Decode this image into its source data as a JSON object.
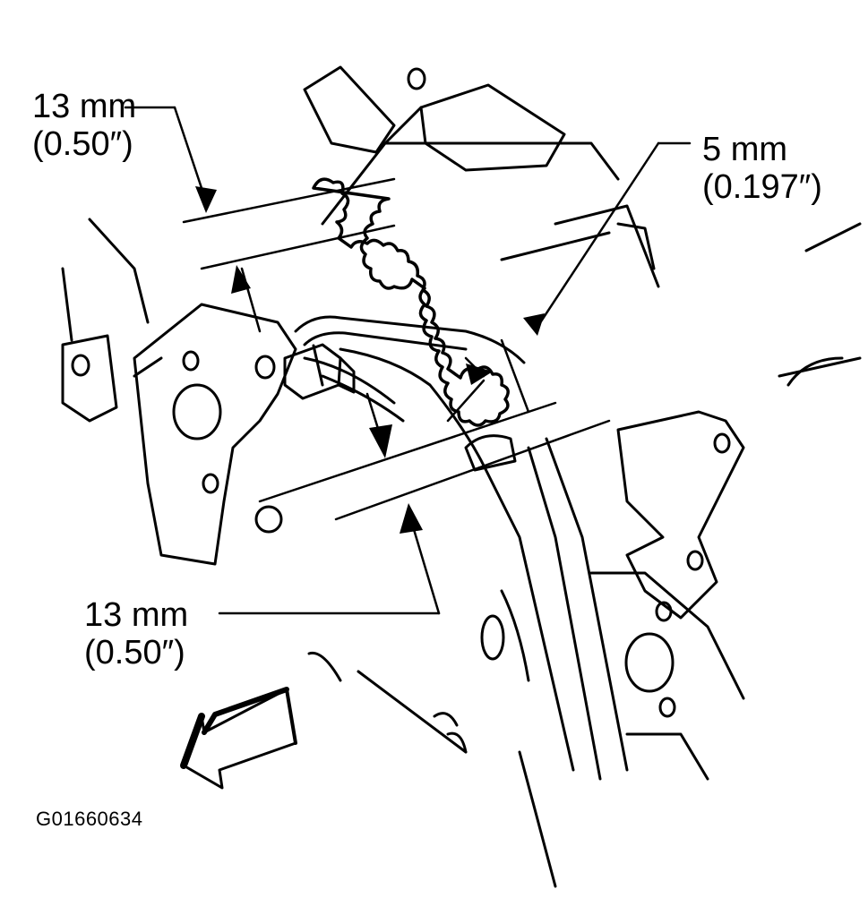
{
  "labels": {
    "top_left": {
      "metric": "13 mm",
      "imperial": "(0.50″)"
    },
    "top_right": {
      "metric": "5 mm",
      "imperial": "(0.197″)"
    },
    "bottom_left": {
      "metric": "13 mm",
      "imperial": "(0.50″)"
    }
  },
  "figure_id": "G01660634",
  "colors": {
    "ink": "#000000",
    "paper": "#ffffff"
  },
  "icons": {
    "front_arrow": "front-direction-arrow-icon"
  }
}
